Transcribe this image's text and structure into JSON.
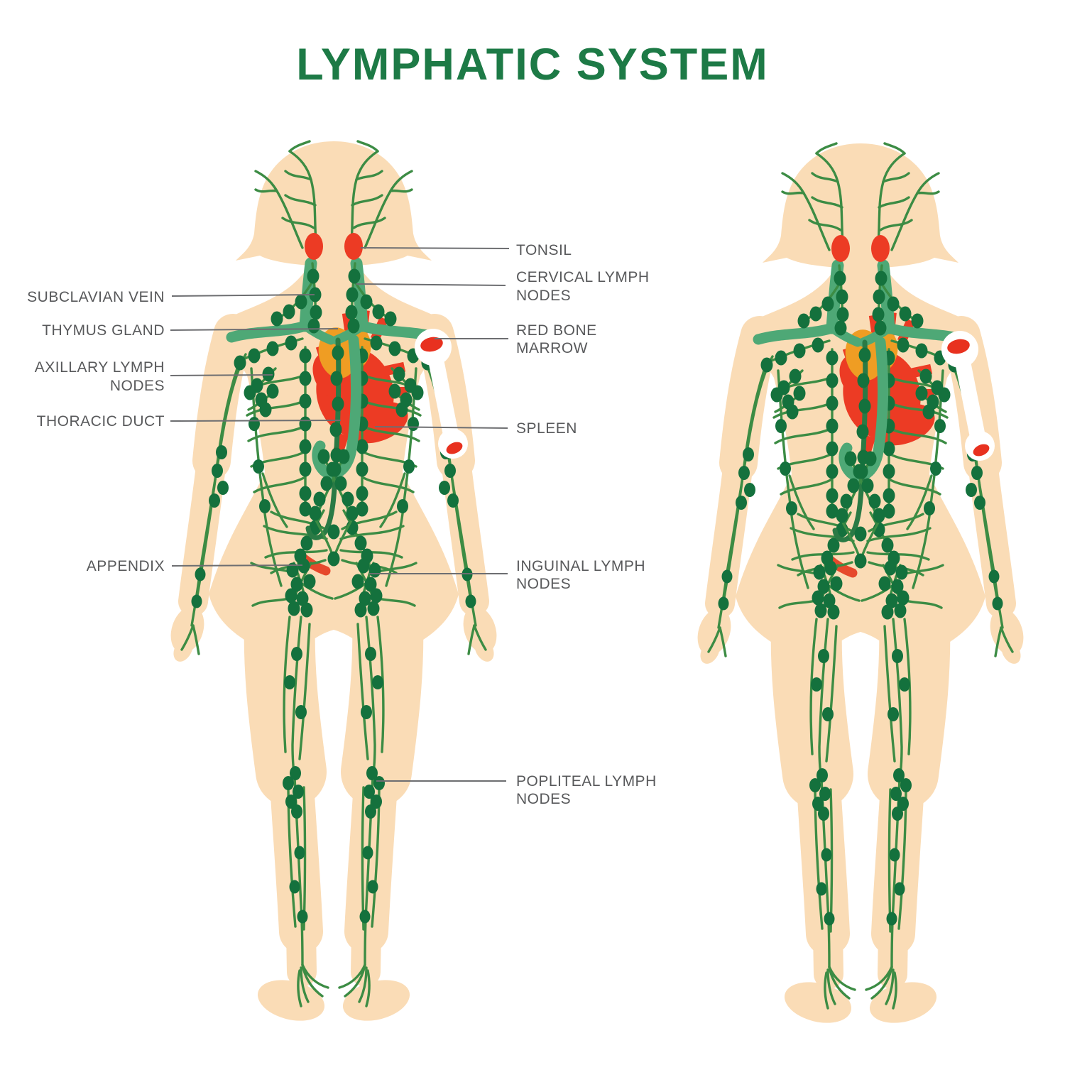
{
  "title": "LYMPHATIC SYSTEM",
  "labels": {
    "left": [
      {
        "lines": [
          "SUBCLAVIAN VEIN"
        ]
      },
      {
        "lines": [
          "THYMUS GLAND"
        ]
      },
      {
        "lines": [
          "AXILLARY LYMPH",
          "NODES"
        ]
      },
      {
        "lines": [
          "THORACIC DUCT"
        ]
      },
      {
        "lines": [
          "APPENDIX"
        ]
      }
    ],
    "right": [
      {
        "lines": [
          "TONSIL"
        ]
      },
      {
        "lines": [
          "CERVICAL LYMPH",
          "NODES"
        ]
      },
      {
        "lines": [
          "RED BONE",
          "MARROW"
        ]
      },
      {
        "lines": [
          "SPLEEN"
        ]
      },
      {
        "lines": [
          "INGUINAL LYMPH",
          "NODES"
        ]
      },
      {
        "lines": [
          "POPLITEAL LYMPH",
          "NODES"
        ]
      }
    ]
  },
  "palette": {
    "title_green": "#1d7a46",
    "label_gray": "#58595b",
    "leader_gray": "#6d6e71",
    "skin": "#fadcb6",
    "vessel_green": "#3c8c44",
    "node_green": "#14713d",
    "duct_green": "#4ea876",
    "thoracic_duct_green": "#2a7a45",
    "organ_red": "#ec3b24",
    "marrow_red": "#e8311f",
    "thymus_orange": "#ef9d23",
    "background": "#ffffff"
  }
}
